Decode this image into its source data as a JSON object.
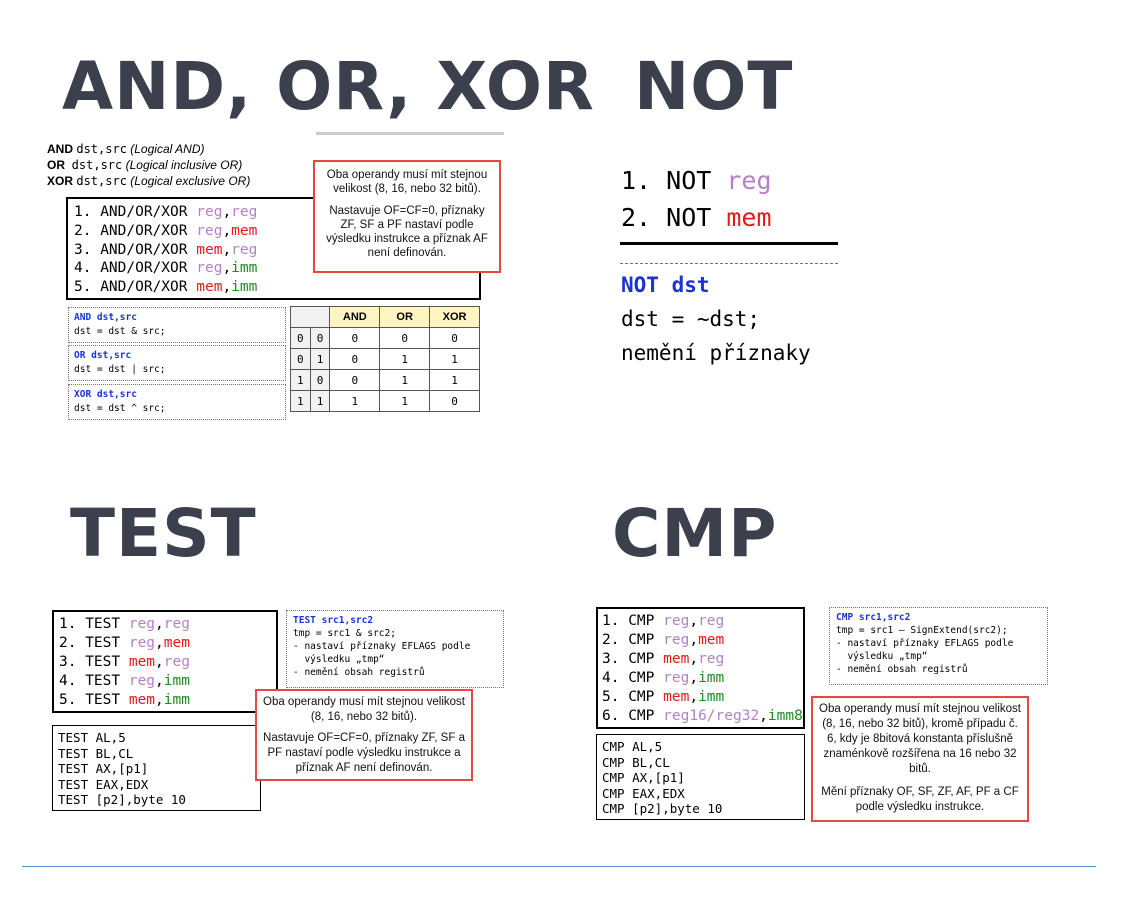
{
  "titles": {
    "and_or_xor": "AND, OR, XOR",
    "not": "NOT",
    "test": "TEST",
    "cmp": "CMP"
  },
  "syntax": {
    "and": {
      "mn": "AND",
      "args": "dst,src",
      "desc": "(Logical AND)"
    },
    "or": {
      "mn": "OR",
      "args": "dst,src",
      "desc": "(Logical inclusive OR)"
    },
    "xor": {
      "mn": "XOR",
      "args": "dst,src",
      "desc": "(Logical exclusive OR)"
    }
  },
  "logic": {
    "forms": [
      {
        "n": "1. AND/OR/XOR",
        "a": "reg",
        "b": "reg"
      },
      {
        "n": "2. AND/OR/XOR",
        "a": "reg",
        "b": "mem"
      },
      {
        "n": "3. AND/OR/XOR",
        "a": "mem",
        "b": "reg"
      },
      {
        "n": "4. AND/OR/XOR",
        "a": "reg",
        "b": "imm"
      },
      {
        "n": "5. AND/OR/XOR",
        "a": "mem",
        "b": "imm"
      }
    ],
    "note_p1": "Oba operandy musí mít stejnou velikost (8, 16, nebo 32 bitů).",
    "note_p2": "Nastavuje OF=CF=0, příznaky ZF, SF a PF nastaví podle výsledku instrukce a příznak AF není definován.",
    "ops": [
      {
        "head": "AND dst,src",
        "body": "dst = dst & src;"
      },
      {
        "head": "OR dst,src",
        "body": "dst = dst | src;"
      },
      {
        "head": "XOR dst,src",
        "body": "dst = dst ^ src;"
      }
    ],
    "truth_header": [
      "AND",
      "OR",
      "XOR"
    ],
    "truth_rows": [
      [
        "0",
        "0",
        "0",
        "0",
        "0"
      ],
      [
        "0",
        "1",
        "0",
        "1",
        "1"
      ],
      [
        "1",
        "0",
        "0",
        "1",
        "1"
      ],
      [
        "1",
        "1",
        "1",
        "1",
        "0"
      ]
    ]
  },
  "not": {
    "form1": {
      "n": "1. NOT",
      "a": "reg"
    },
    "form2": {
      "n": "2. NOT",
      "a": "mem"
    },
    "head": "NOT dst",
    "expr": "dst = ~dst;",
    "flags": "nemění příznaky"
  },
  "test": {
    "forms": [
      {
        "n": "1. TEST",
        "a": "reg",
        "b": "reg"
      },
      {
        "n": "2. TEST",
        "a": "reg",
        "b": "mem"
      },
      {
        "n": "3. TEST",
        "a": "mem",
        "b": "reg"
      },
      {
        "n": "4. TEST",
        "a": "reg",
        "b": "imm"
      },
      {
        "n": "5. TEST",
        "a": "mem",
        "b": "imm"
      }
    ],
    "code_head": "TEST src1,src2",
    "code_lines": [
      "tmp = src1 & src2;",
      "- nastaví příznaky EFLAGS podle",
      "  výsledku „tmp“",
      "- nemění obsah registrů"
    ],
    "note_p1": "Oba operandy musí mít stejnou velikost (8, 16, nebo 32 bitů).",
    "note_p2": "Nastavuje OF=CF=0, příznaky ZF, SF a PF nastaví podle výsledku instrukce a příznak AF není definován.",
    "examples": [
      "TEST AL,5",
      "TEST BL,CL",
      "TEST AX,[p1]",
      "TEST EAX,EDX",
      "TEST [p2],byte 10"
    ]
  },
  "cmp": {
    "forms": [
      {
        "n": "1. CMP",
        "a": "reg",
        "b": "reg"
      },
      {
        "n": "2. CMP",
        "a": "reg",
        "b": "mem"
      },
      {
        "n": "3. CMP",
        "a": "mem",
        "b": "reg"
      },
      {
        "n": "4. CMP",
        "a": "reg",
        "b": "imm"
      },
      {
        "n": "5. CMP",
        "a": "mem",
        "b": "imm"
      },
      {
        "n": "6. CMP",
        "a": "reg16/reg32",
        "b": "imm8"
      }
    ],
    "code_head": "CMP src1,src2",
    "code_lines": [
      "tmp = src1 – SignExtend(src2);",
      "- nastaví příznaky EFLAGS podle",
      "  výsledku „tmp“",
      "- nemění obsah registrů"
    ],
    "note_p1": "Oba operandy musí mít stejnou velikost (8, 16, nebo 32 bitů), kromě případu č. 6, kdy je 8bitová konstanta příslušně znaménkově rozšířena na 16 nebo 32 bitů.",
    "note_p2": "Mění příznaky OF, SF, ZF, AF, PF a CF podle výsledku instrukce.",
    "examples": [
      "CMP AL,5",
      "CMP BL,CL",
      "CMP AX,[p1]",
      "CMP EAX,EDX",
      "CMP [p2],byte 10"
    ]
  },
  "colors": {
    "reg": "#b481c7",
    "mem": "#e31b1b",
    "imm": "#1f8c1f",
    "keyword": "#1b33d6",
    "title": "#3c3f4c",
    "note_border": "#e44a3f",
    "footer_line": "#5b8fd6"
  }
}
